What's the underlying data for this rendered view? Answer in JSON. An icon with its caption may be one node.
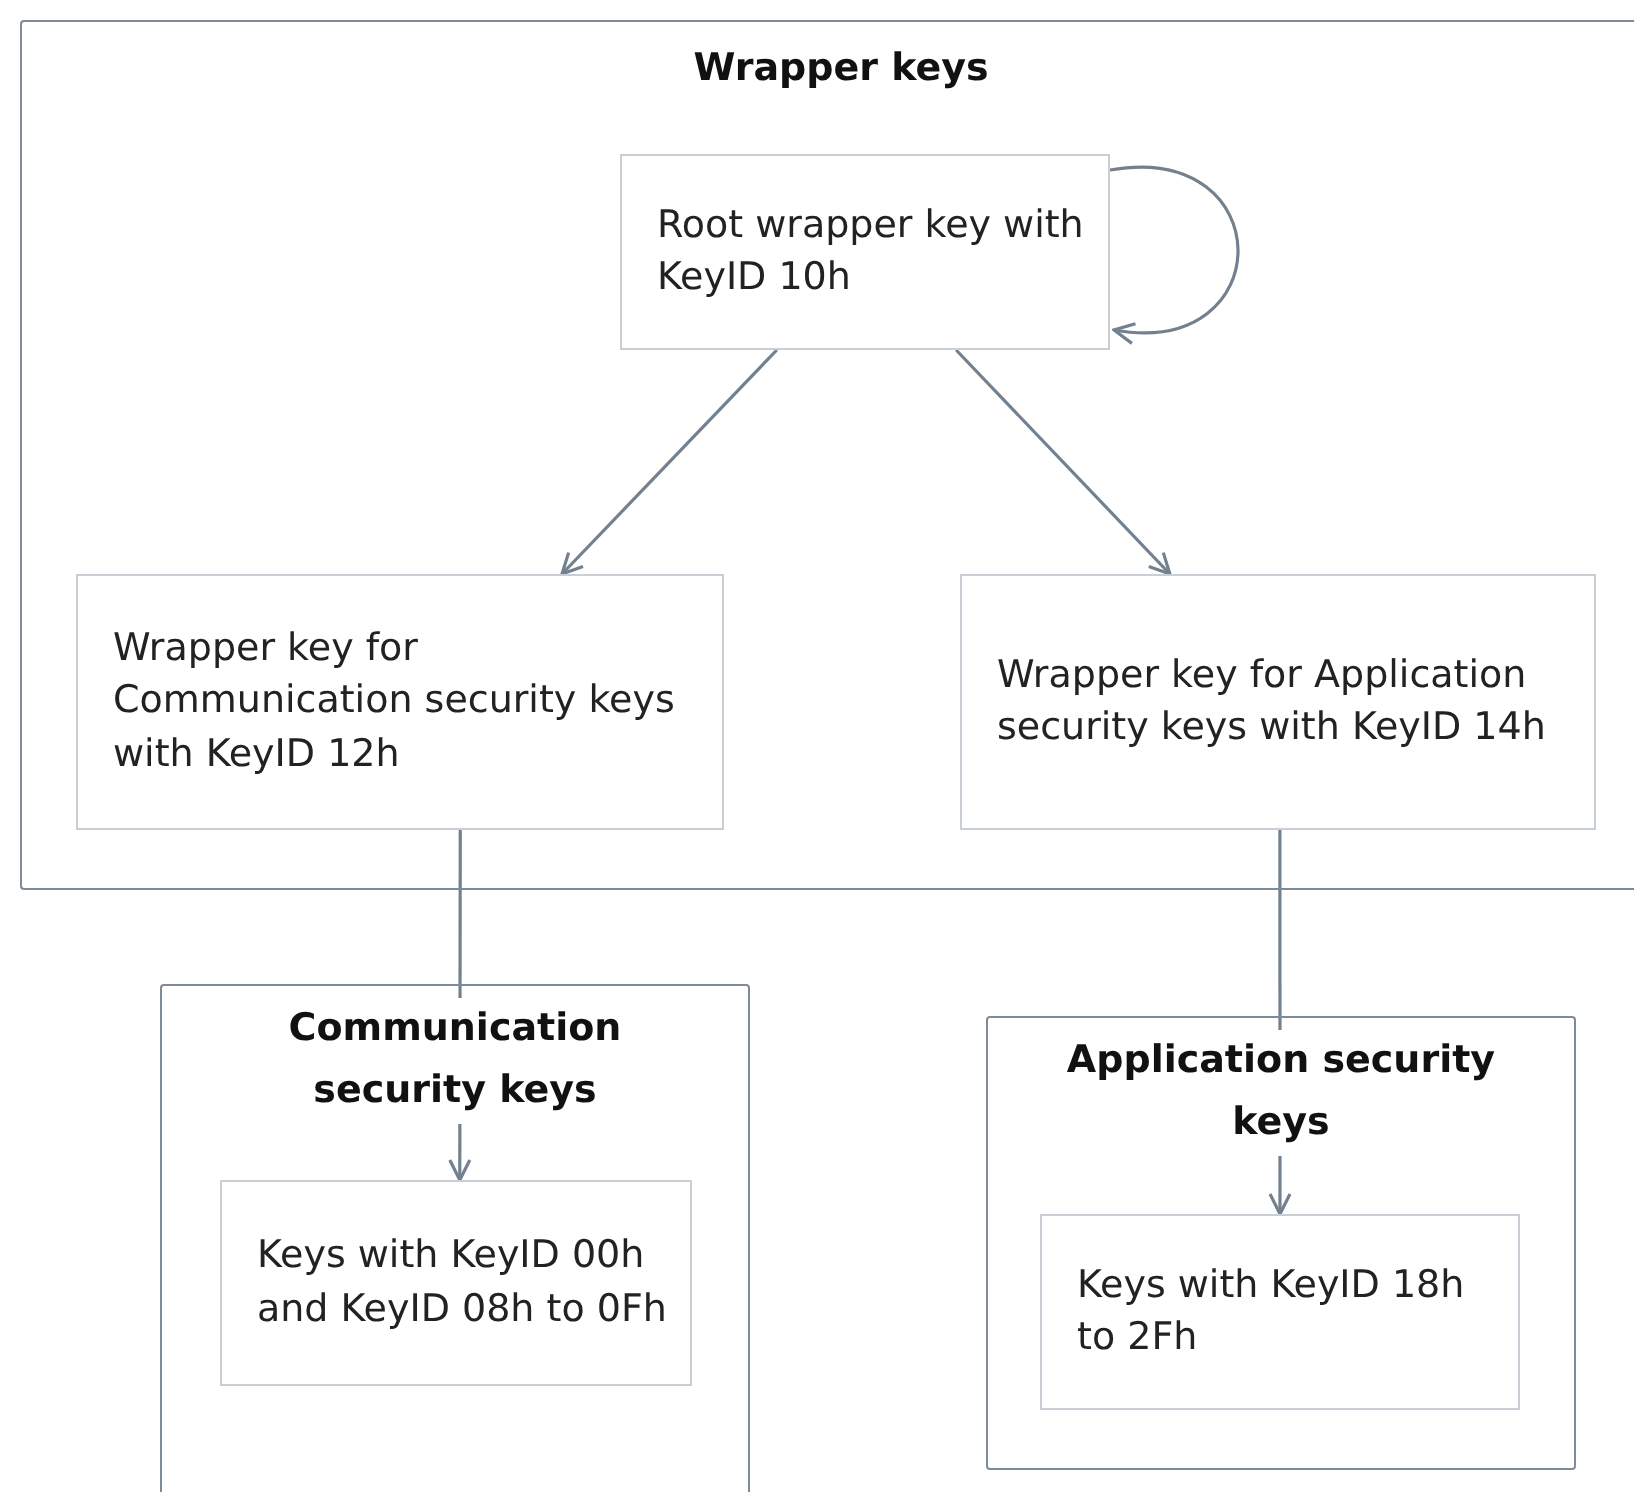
{
  "diagram": {
    "nodes": [
      {
        "text": [
          "Wrapper keys"
        ]
      },
      {
        "text": [
          "Root wrapper key with KeyID 10h"
        ],
        "in": 0
      },
      {
        "text": [
          "Wrapper key for Communication security keys with KeyID 12h"
        ],
        "in": 0
      },
      {
        "text": [
          "Wrapper key for Application security keys with KeyID 14h"
        ],
        "in": 0
      },
      {
        "text": [
          "Communication security keys"
        ]
      },
      {
        "text": [
          "Keys with KeyID 00h and KeyID 08h to 0Fh"
        ],
        "in": 4
      },
      {
        "text": [
          "Application security keys"
        ]
      },
      {
        "text": [
          "Keys with KeyID 18h to 2Fh"
        ],
        "in": 6
      }
    ],
    "edges": [
      {
        "from": 1,
        "to": 1,
        "arrow": "to"
      },
      {
        "from": 1,
        "to": 2,
        "arrow": "to"
      },
      {
        "from": 1,
        "to": 3,
        "arrow": "to"
      },
      {
        "from": 2,
        "to": 5,
        "arrow": "to"
      },
      {
        "from": 3,
        "to": 7,
        "arrow": "to"
      }
    ]
  }
}
